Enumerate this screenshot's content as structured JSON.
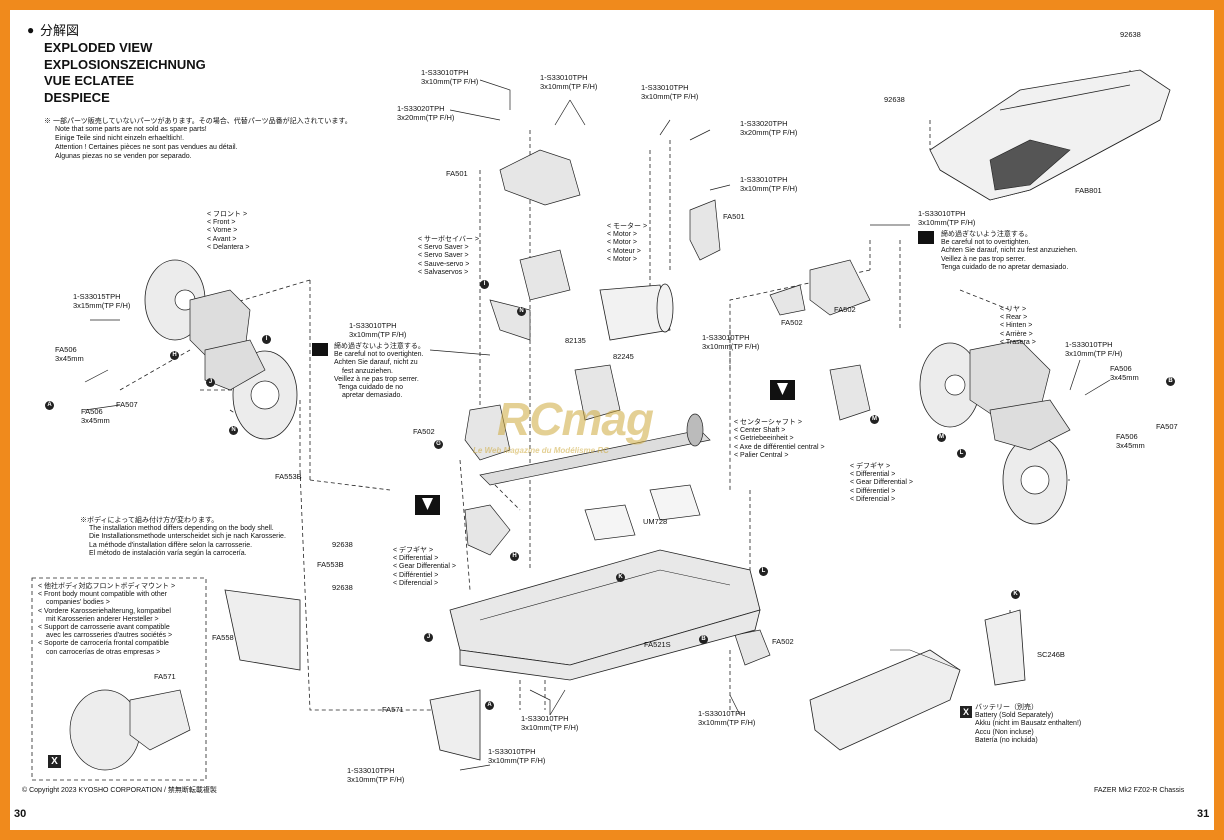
{
  "header": {
    "section_jp": "分解図",
    "titles": [
      "EXPLODED VIEW",
      "EXPLOSIONSZEICHNUNG",
      "VUE ECLATEE",
      "DESPIECE"
    ]
  },
  "spare_note": [
    "※ 一部パーツ販売していないパーツがあります。その場合、代替パーツ品番が記入されています。",
    "Note that some parts are not sold as spare parts!",
    "Einige Teile sind nicht einzeln erhaeltlich!.",
    "Attention ! Certaines pièces ne sont pas vendues au détail.",
    "Algunas piezas no se venden por separado."
  ],
  "front_label": [
    "< フロント >",
    "< Front >",
    "< Vorne >",
    "< Avant >",
    "< Delantera >"
  ],
  "servo_label": [
    "< サーボセイバー >",
    "< Servo Saver >",
    "< Servo Saver >",
    "< Sauve-servo >",
    "< Salvaservos >"
  ],
  "motor_label": [
    "< モーター >",
    "< Motor >",
    "< Motor >",
    "< Moteur >",
    "< Motor >"
  ],
  "rear_label": [
    "< リヤ >",
    "< Rear >",
    "< Hinten >",
    "< Arrière >",
    "< Trasera >"
  ],
  "center_shaft_label": [
    "< センターシャフト >",
    "< Center Shaft >",
    "< Getriebeeinheit >",
    "< Axe de différentiel central >",
    "< Palier Central >"
  ],
  "diff_right_label": [
    "< デフギヤ >",
    "< Differential >",
    "< Gear Differential >",
    "< Différentiel >",
    "< Diferencial >"
  ],
  "diff_left_label": [
    "< デフギヤ >",
    "< Differential >",
    "< Gear Differential >",
    "< Différentiel >",
    "< Diferencial >"
  ],
  "caution_left": [
    "締め過ぎないよう注意する。",
    "Be careful not to overtighten.",
    "Achten Sie darauf, nicht zu",
    "fest anzuziehen.",
    "Veillez à ne pas trop serrer.",
    "Tenga cuidado de no",
    "apretar demasiado."
  ],
  "caution_right": [
    "締め過ぎないよう注意する。",
    "Be careful not to overtighten.",
    "Achten Sie darauf, nicht zu fest anzuziehen.",
    "Veillez à ne pas trop serrer.",
    "Tenga cuidado de no apretar demasiado."
  ],
  "body_note": [
    "※ボディによって組み付け方が変わります。",
    "The installation method differs depending on the body shell.",
    "Die Installationsmethode unterscheidet sich je nach Karosserie.",
    "La méthode d'installation diffère selon la carrosserie.",
    "El método de instalación varía según la carrocería."
  ],
  "front_mount_note": [
    "< 他社ボディ対応フロントボディマウント >",
    "< Front body mount compatible with other",
    "companies' bodies >",
    "< Vordere Karosseriehalterung, kompatibel",
    "mit Karosserien anderer Hersteller >",
    "< Support de carrosserie avant compatible",
    "avec les carrosseries d'autres sociétés >",
    "< Soporte de carrocería frontal compatible",
    "con carrocerías de otras empresas >"
  ],
  "battery_note": [
    "バッテリー（別売）",
    "Battery (Sold Separately)",
    "Akku (nicht im Bausatz enthalten!)",
    "Accu (Non incluse)",
    "Batería (no incluida)"
  ],
  "screws": [
    {
      "code": "1-S33010TPH",
      "size": "3x10mm(TP F/H)"
    },
    {
      "code": "1-S33020TPH",
      "size": "3x20mm(TP F/H)"
    },
    {
      "code": "1-S33015TPH",
      "size": "3x15mm(TP F/H)"
    }
  ],
  "parts": {
    "fa506": "FA506",
    "fa506_size": "3x45mm",
    "fa507": "FA507",
    "fa501": "FA501",
    "fa502": "FA502",
    "fa553b": "FA553B",
    "fa558": "FA558",
    "fa571": "FA571",
    "fa521s": "FA521S",
    "fab801": "FAB801",
    "um728": "UM728",
    "sc246b": "SC246B",
    "p92638": "92638",
    "p82135": "82135",
    "p82245": "82245"
  },
  "markers": [
    "A",
    "B",
    "G",
    "H",
    "I",
    "J",
    "K",
    "L",
    "M",
    "N",
    "X"
  ],
  "watermark": {
    "brand": "RCmag",
    "tagline": "Le Web Magazine du Modélisme RC"
  },
  "footer": {
    "copyright": "© Copyright 2023 KYOSHO CORPORATION / 禁無断転載複製",
    "model": "FAZER Mk2 FZ02-R Chassis",
    "page_left": "30",
    "page_right": "31"
  }
}
